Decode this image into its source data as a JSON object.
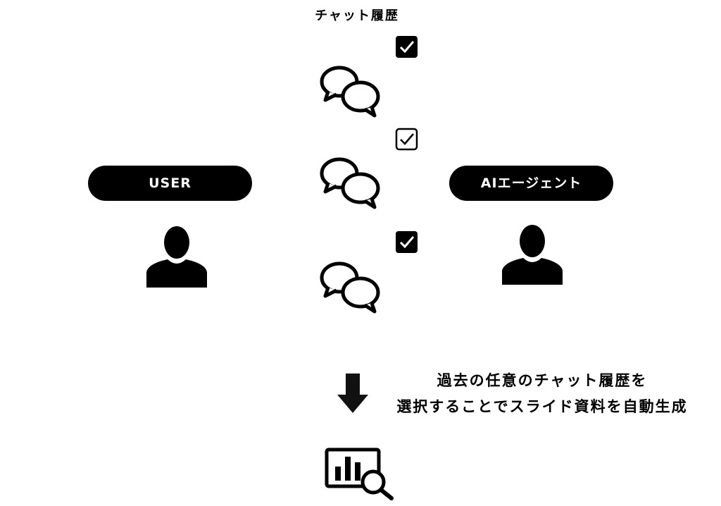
{
  "title": "チャット履歴",
  "user_label": "USER",
  "agent_label": "AIエージェント",
  "history_items": [
    {
      "checked": true
    },
    {
      "checked": false
    },
    {
      "checked": true
    }
  ],
  "caption": {
    "line1": "過去の任意のチャット履歴を",
    "line2": "選択することでスライド資料を自動生成"
  }
}
